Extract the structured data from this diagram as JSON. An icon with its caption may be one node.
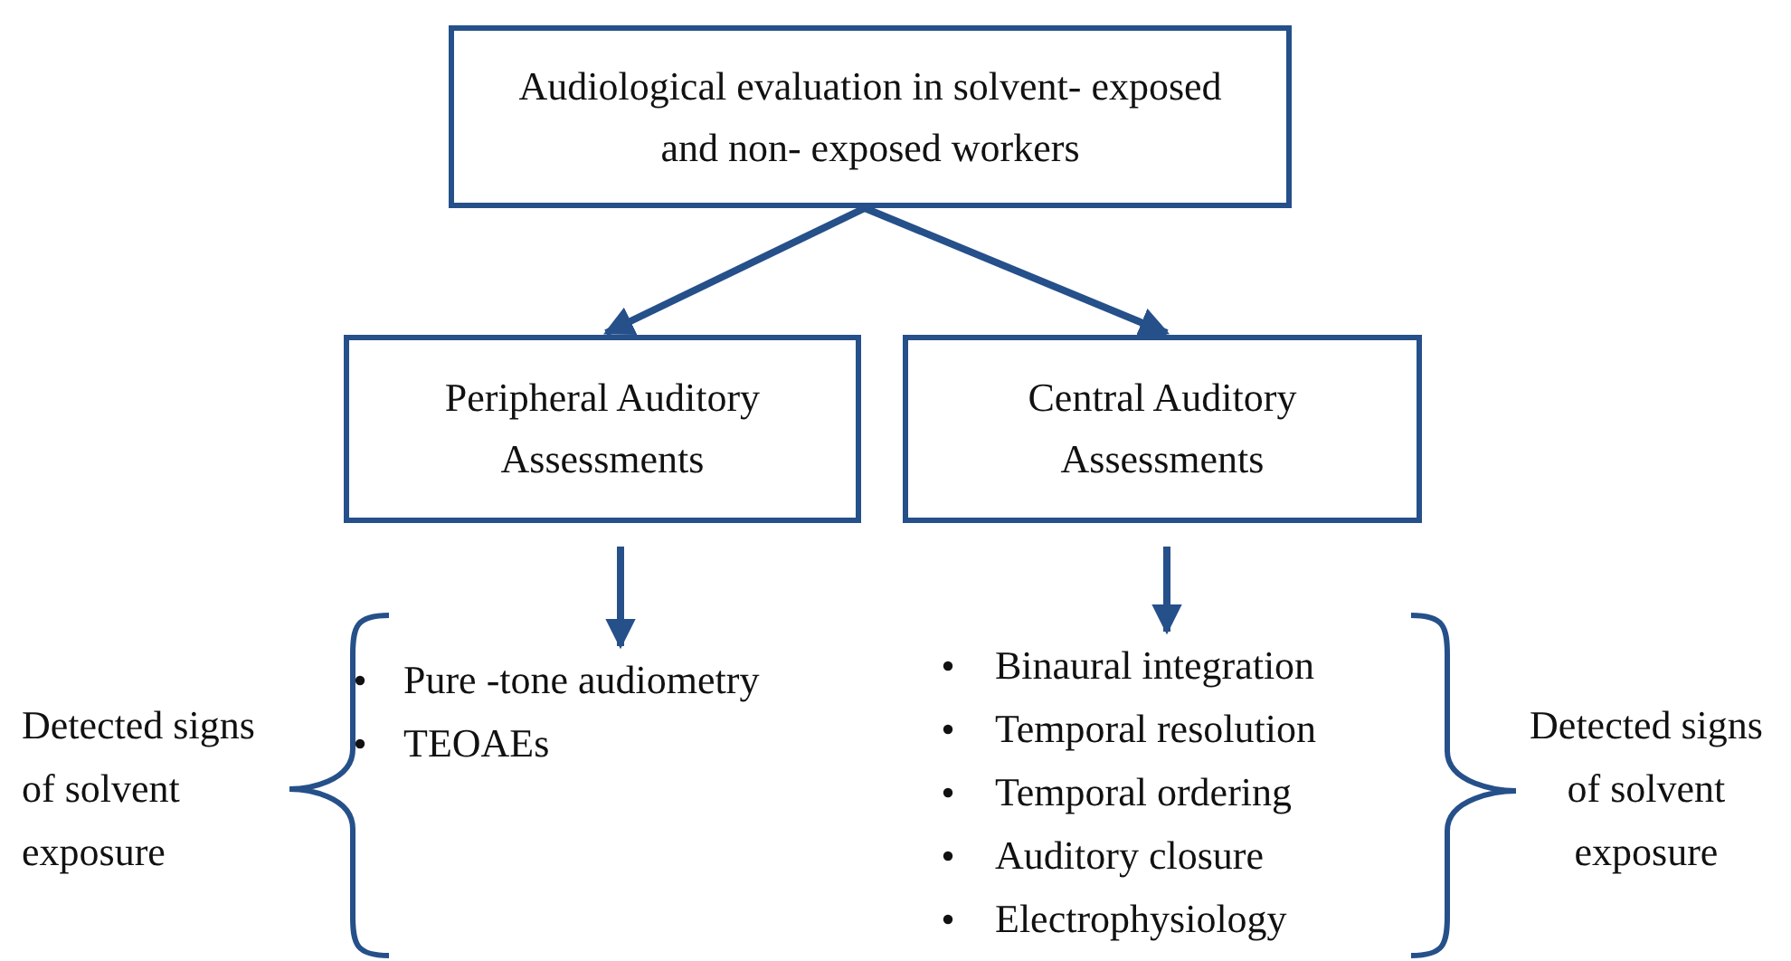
{
  "diagram": {
    "nodes": [
      {
        "text": [
          "Audiological evaluation in solvent- exposed and non- exposed workers"
        ]
      },
      {
        "text": [
          "Peripheral Auditory Assessments"
        ]
      },
      {
        "text": [
          "Central Auditory Assessments"
        ]
      },
      {
        "text": [
          "Pure -tone audiometry",
          "TEOAEs"
        ]
      },
      {
        "text": [
          "Binaural integration",
          "Temporal resolution",
          "Temporal ordering",
          "Auditory closure",
          "Electrophysiology"
        ]
      }
    ],
    "edges": [
      {
        "from": 0,
        "to": 1,
        "arrow": "to"
      },
      {
        "from": 0,
        "to": 2,
        "arrow": "to"
      },
      {
        "from": 1,
        "to": 3,
        "arrow": "to"
      },
      {
        "from": 2,
        "to": 4,
        "arrow": "to"
      }
    ],
    "labels": [
      "Detected signs of solvent exposure",
      "Detected signs of solvent exposure"
    ]
  }
}
